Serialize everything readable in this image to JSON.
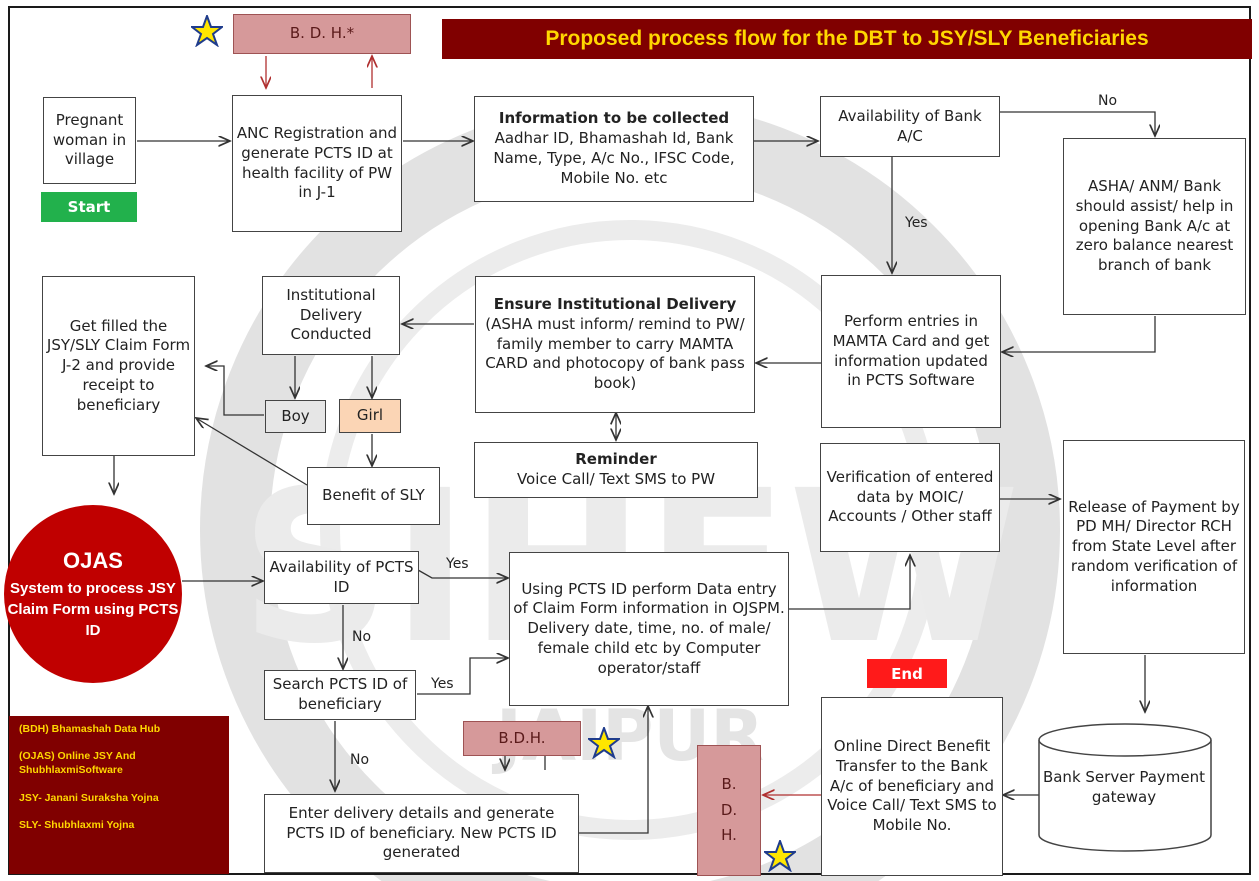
{
  "title": "Proposed process flow for the DBT to JSY/SLY Beneficiaries",
  "start": "Start",
  "end": "End",
  "boxes": {
    "pregnant": "Pregnant woman in village",
    "anc": "ANC Registration and generate PCTS ID at health facility of PW in J-1",
    "info_title": "Information to be collected",
    "info_body": "Aadhar ID, Bhamashah Id, Bank Name, Type, A/c No., IFSC Code, Mobile No. etc",
    "bank_avail": "Availability of Bank A/C",
    "asha_assist": "ASHA/ ANM/ Bank should assist/ help in opening Bank A/c at zero balance nearest branch of bank",
    "mamta": "Perform entries in MAMTA Card and get information updated in PCTS Software",
    "ensure_title": "Ensure Institutional Delivery",
    "ensure_body": "(ASHA must inform/ remind to PW/ family member to carry MAMTA CARD and photocopy of bank pass book)",
    "inst_delivery": "Institutional Delivery Conducted",
    "claim_form": "Get filled the JSY/SLY Claim Form J-2 and provide receipt to beneficiary",
    "boy": "Boy",
    "girl": "Girl",
    "benefit_sly": "Benefit of SLY",
    "reminder_title": "Reminder",
    "reminder_body": "Voice Call/ Text SMS to PW",
    "verification": "Verification of entered data by MOIC/ Accounts / Other staff",
    "release": "Release of Payment by PD MH/ Director RCH from State Level after random verification of information",
    "pcts_avail": "Availability of PCTS ID",
    "using_pcts": "Using PCTS ID perform Data entry of Claim Form information in OJSPM. Delivery date, time, no. of male/ female child etc by Computer operator/staff",
    "search_pcts": "Search PCTS ID of beneficiary",
    "enter_delivery": "Enter delivery details and generate PCTS ID of beneficiary. New PCTS ID generated",
    "online_dbt": "Online Direct Benefit Transfer to the Bank A/c of beneficiary and Voice Call/ Text SMS to Mobile No.",
    "bank_server": "Bank Server Payment gateway",
    "bdh_top": "B. D. H.*",
    "bdh_mid": "B.D.H.",
    "bdh_side": "B.\nD.\nH."
  },
  "ojas": {
    "title": "OJAS",
    "body": "System to process JSY Claim Form using PCTS ID"
  },
  "labels": {
    "no1": "No",
    "yes1": "Yes",
    "yes2": "Yes",
    "no2": "No",
    "yes3": "Yes",
    "no3": "No"
  },
  "legend": [
    "(BDH) Bhamashah Data Hub",
    "(OJAS) Online JSY And ShubhlaxmiSoftware",
    "JSY- Janani Suraksha Yojna",
    "SLY- Shubhlaxmi Yojna"
  ],
  "watermark": "SIHFW JAIPUR",
  "colors": {
    "title_bg": "#800000",
    "title_text": "#ffd700",
    "start_bg": "#22b14c",
    "end_bg": "#ff1a1a",
    "ojas_bg": "#c00000",
    "bdh_bg": "#d6999a",
    "girl_bg": "#fbd5b5",
    "boy_bg": "#e6e6e6",
    "star": "#ffe600",
    "star_outline": "#1f3c8c"
  }
}
